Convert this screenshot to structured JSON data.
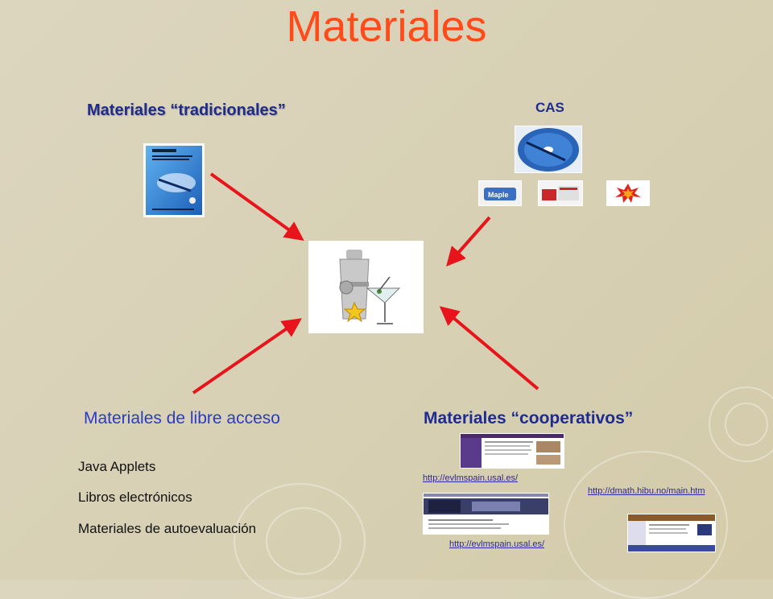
{
  "title": "Materiales",
  "traditional": {
    "label": "Materiales “tradicionales”"
  },
  "cas": {
    "label": "CAS"
  },
  "libre": {
    "label": "Materiales de libre acceso",
    "items": [
      "Java Applets",
      "Libros electrónicos",
      "Materiales de autoevaluación"
    ]
  },
  "cooperative": {
    "label": "Materiales “cooperativos”",
    "links": [
      "http://evlmspain.usal.es/",
      "http://dmath.hibu.no/main.htm",
      "http://evlmspain.usal.es/"
    ]
  },
  "colors": {
    "title": "#ff4a1a",
    "heading": "#1f2b8f",
    "arrow": "#e8141b"
  }
}
